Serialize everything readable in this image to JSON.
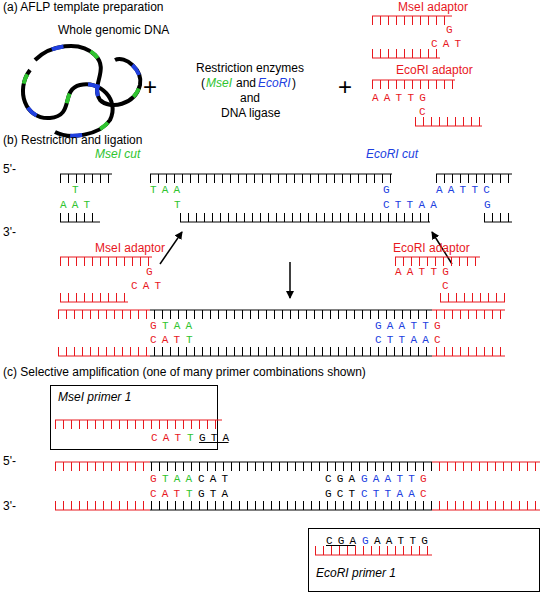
{
  "diagram": {
    "nodes": [
      {
        "text": [
          "MseI primer 1",
          "C A T",
          "T",
          "G T A"
        ]
      },
      {
        "text": [
          "C G A",
          "G",
          "A A T T G",
          "EcoRI primer 1"
        ]
      }
    ],
    "labels": [
      "(a) AFLP template preparation",
      "Whole genomic DNA",
      "+",
      "Restriction enzymes",
      "(",
      "MseI",
      "and",
      "EcoRI",
      ")",
      "and",
      "DNA ligase",
      "+",
      "MseI adaptor",
      "G",
      "C A T",
      "EcoRI adaptor",
      "A A T T G",
      "C",
      "(b) Restriction and ligation",
      "MseI cut",
      "EcoRI cut",
      "5'-",
      "3'-",
      "T",
      "A A T",
      "T A A",
      "T",
      "G",
      "C T T A A",
      "A A T T C",
      "G",
      "MseI adaptor",
      "G",
      "C A T",
      "EcoRI adaptor",
      "A A T T G",
      "C",
      "G",
      "T A A",
      "C A T",
      "T",
      "G A A T T",
      "G",
      "C T T A A",
      "C",
      "(c) Selective amplification (one of many primer combinations shown)",
      "5'-",
      "3'-",
      "G",
      "T A A",
      "C A T",
      "C G A",
      "G A A T T",
      "G",
      "C A T",
      "T",
      "G T A",
      "G C T",
      "C T T A A",
      "C"
    ]
  }
}
